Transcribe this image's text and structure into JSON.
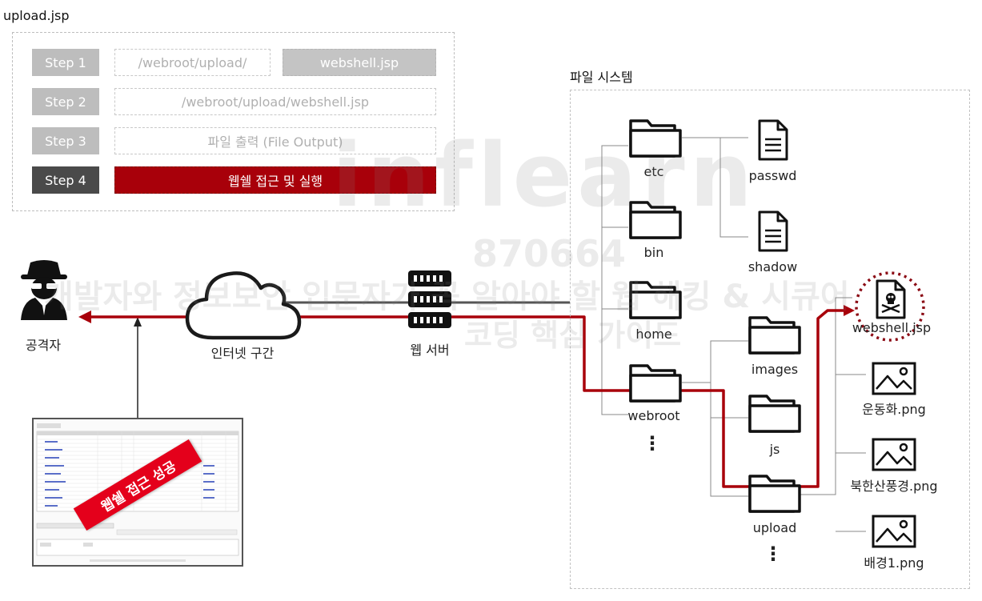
{
  "upload_panel": {
    "title": "upload.jsp",
    "steps": [
      {
        "label": "Step 1",
        "path": "/webroot/upload/",
        "file": "webshell.jsp"
      },
      {
        "label": "Step 2",
        "value": "/webroot/upload/webshell.jsp"
      },
      {
        "label": "Step 3",
        "value": "파일 출력 (File Output)"
      },
      {
        "label": "Step 4",
        "value": "웹쉘 접근 및 실행"
      }
    ]
  },
  "network": {
    "attacker": "공격자",
    "internet": "인터넷 구간",
    "web_server": "웹 서버"
  },
  "screenshot": {
    "banner": "웹쉘 접근 성공"
  },
  "file_system": {
    "title": "파일 시스템",
    "root_folders": [
      "etc",
      "bin",
      "home",
      "webroot"
    ],
    "etc_files": [
      "passwd",
      "shadow"
    ],
    "webroot_folders": [
      "images",
      "js",
      "upload"
    ],
    "upload_files": [
      "webshell.jsp",
      "운동화.png",
      "북한산풍경.png",
      "배경1.png"
    ],
    "ellipsis": "⋮"
  },
  "watermark": {
    "brand": "inflearn",
    "id": "870664",
    "course_line1": "개발자와 정보보안 입문자가 꼭 알아야 할 웹 해킹 & 시큐어",
    "course_line2": "코딩 핵심 가이드"
  },
  "colors": {
    "accent_red": "#a8000a",
    "step_gray": "#bdbdbd",
    "step_dark": "#4a4a4a"
  }
}
